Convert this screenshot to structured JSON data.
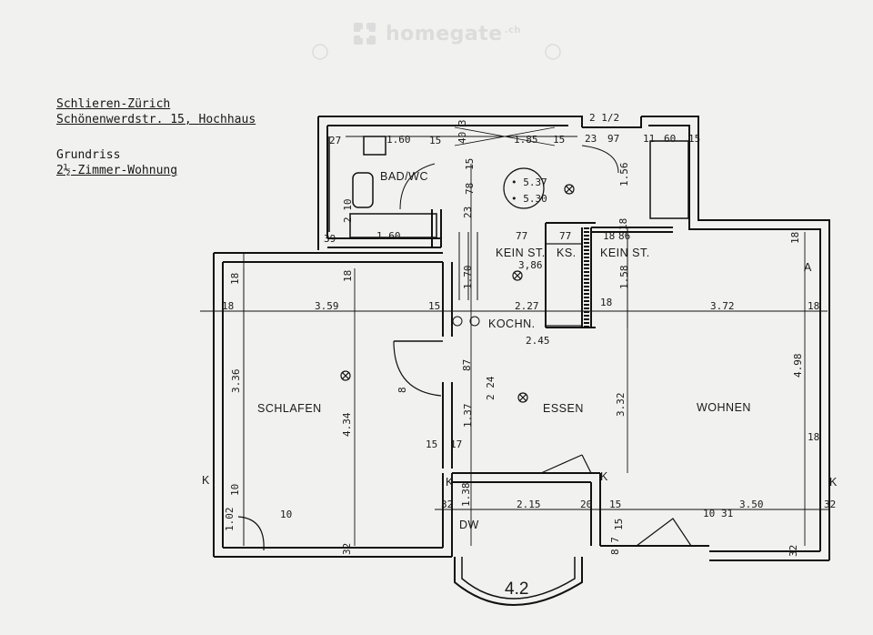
{
  "watermark": {
    "brand": "homegate",
    "suffix": ".ch"
  },
  "header": {
    "city": "Schlieren-Zürich",
    "address": "Schönenwerdstr. 15, Hochhaus",
    "plan_type": "Grundriss",
    "unit": "2½-Zimmer-Wohnung"
  },
  "rooms": {
    "bad_wc": "BAD/WC",
    "kein_st_1": "KEIN ST.",
    "ks": "KS.",
    "kein_st_2": "KEIN ST.",
    "kochn": "KOCHN.",
    "schlafen": "SCHLAFEN",
    "essen": "ESSEN",
    "wohnen": "WOHNEN",
    "dw": "DW",
    "k_left": "K",
    "k_mid": "K",
    "k_right1": "K",
    "k_right2": "K",
    "a": "A",
    "balcony": "4.2"
  },
  "dims": {
    "d_1_60_top": "1.60",
    "d_27": "27",
    "d_15_a": "15",
    "d_40_3": "40 3",
    "d_1_85": "1.85",
    "d_15_b": "15",
    "d_2_1_2": "2 1/2",
    "d_23": "23",
    "d_97": "97",
    "d_11_a": "11",
    "d_60": "60",
    "d_15_c": "15",
    "d_5_37": "• 5.37",
    "d_5_30": "• 5.30",
    "d_78": "78",
    "d_15_d": "15",
    "d_1_56": "1.56",
    "d_2_10": "2.10",
    "d_39": "39",
    "d_1_60_b": "1.60",
    "d_23_b": "23",
    "d_77_a": "77",
    "d_77_b": "77",
    "d_18_a": "18",
    "d_86": "86",
    "d_18_b": "18",
    "d_18_c": "18",
    "d_3_86": "3,86",
    "d_1_70": "1.70",
    "d_1_58": "1.58",
    "d_18_d": "18",
    "d_18_e": "18",
    "d_18_f": "18",
    "d_3_59": "3.59",
    "d_15_e": "15",
    "d_2_27": "2.27",
    "d_18_g": "18",
    "d_3_72": "3.72",
    "d_18_h": "18",
    "d_2_45": "2.45",
    "d_3_36": "3.36",
    "d_87": "87",
    "d_2_24": "2 24",
    "d_8": "8",
    "d_4_34": "4.34",
    "d_3_32": "3.32",
    "d_4_98": "4.98",
    "d_1_37": "1.37",
    "d_15_f": "15",
    "d_17": "17",
    "d_18_i": "18",
    "d_10_a": "10",
    "d_1_38": "1.38",
    "d_1_02": "1.02",
    "d_10_b": "10",
    "d_32_a": "32",
    "d_2_15": "2.15",
    "d_20": "20",
    "d_15_g": "15",
    "d_10_c": "10",
    "d_31": "31",
    "d_3_50": "3.50",
    "d_32_b": "32",
    "d_15_h": "15",
    "d_32_c": "32",
    "d_8_7": "8 7",
    "d_32_d": "32"
  }
}
